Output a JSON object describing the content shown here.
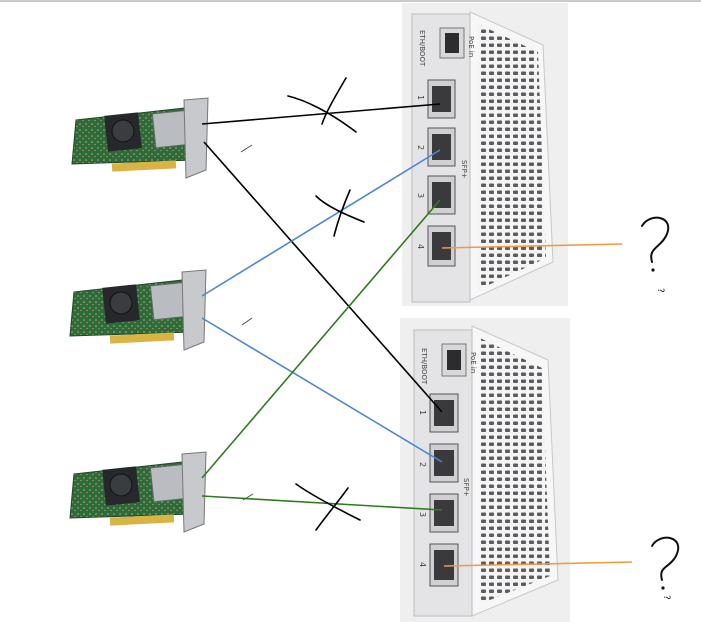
{
  "switches": [
    {
      "id": "switch-top",
      "poe_label": "PoE in",
      "eth_label": "ETH/BOOT",
      "sfp_label": "SFP+",
      "ports": [
        "1",
        "2",
        "3",
        "4"
      ]
    },
    {
      "id": "switch-bottom",
      "poe_label": "PoE in",
      "eth_label": "ETH/BOOT",
      "sfp_label": "SFP+",
      "ports": [
        "1",
        "2",
        "3",
        "4"
      ]
    }
  ],
  "nics": [
    {
      "id": "nic-1"
    },
    {
      "id": "nic-2"
    },
    {
      "id": "nic-3"
    }
  ],
  "connections": [
    {
      "from": "nic-1-port-a",
      "to": "switch-top-port-1",
      "color": "#000000",
      "crossed": true
    },
    {
      "from": "nic-1-port-b",
      "to": "switch-bottom-port-1",
      "color": "#000000",
      "crossed": false
    },
    {
      "from": "nic-2-port-a",
      "to": "switch-top-port-2",
      "color": "#4a86d4",
      "crossed": true
    },
    {
      "from": "nic-2-port-b",
      "to": "switch-bottom-port-2",
      "color": "#4a86d4",
      "crossed": false
    },
    {
      "from": "nic-3-port-a",
      "to": "switch-top-port-3",
      "color": "#2e7d1e",
      "crossed": false
    },
    {
      "from": "nic-3-port-b",
      "to": "switch-bottom-port-3",
      "color": "#2e7d1e",
      "crossed": true
    },
    {
      "from": "switch-top-port-4",
      "to": "unknown-top",
      "color": "#f29a3c",
      "crossed": false
    },
    {
      "from": "switch-bottom-port-4",
      "to": "unknown-bottom",
      "color": "#f29a3c",
      "crossed": false
    }
  ],
  "colors": {
    "black_link": "#000000",
    "blue_link": "#4a86d4",
    "green_link": "#2e7d1e",
    "orange_link": "#f29a3c",
    "pcb": "#2f6b3a",
    "switch_body": "#e9e9ea"
  },
  "annotations": {
    "unknown_top_mark": "?",
    "unknown_bottom_mark": "?"
  }
}
